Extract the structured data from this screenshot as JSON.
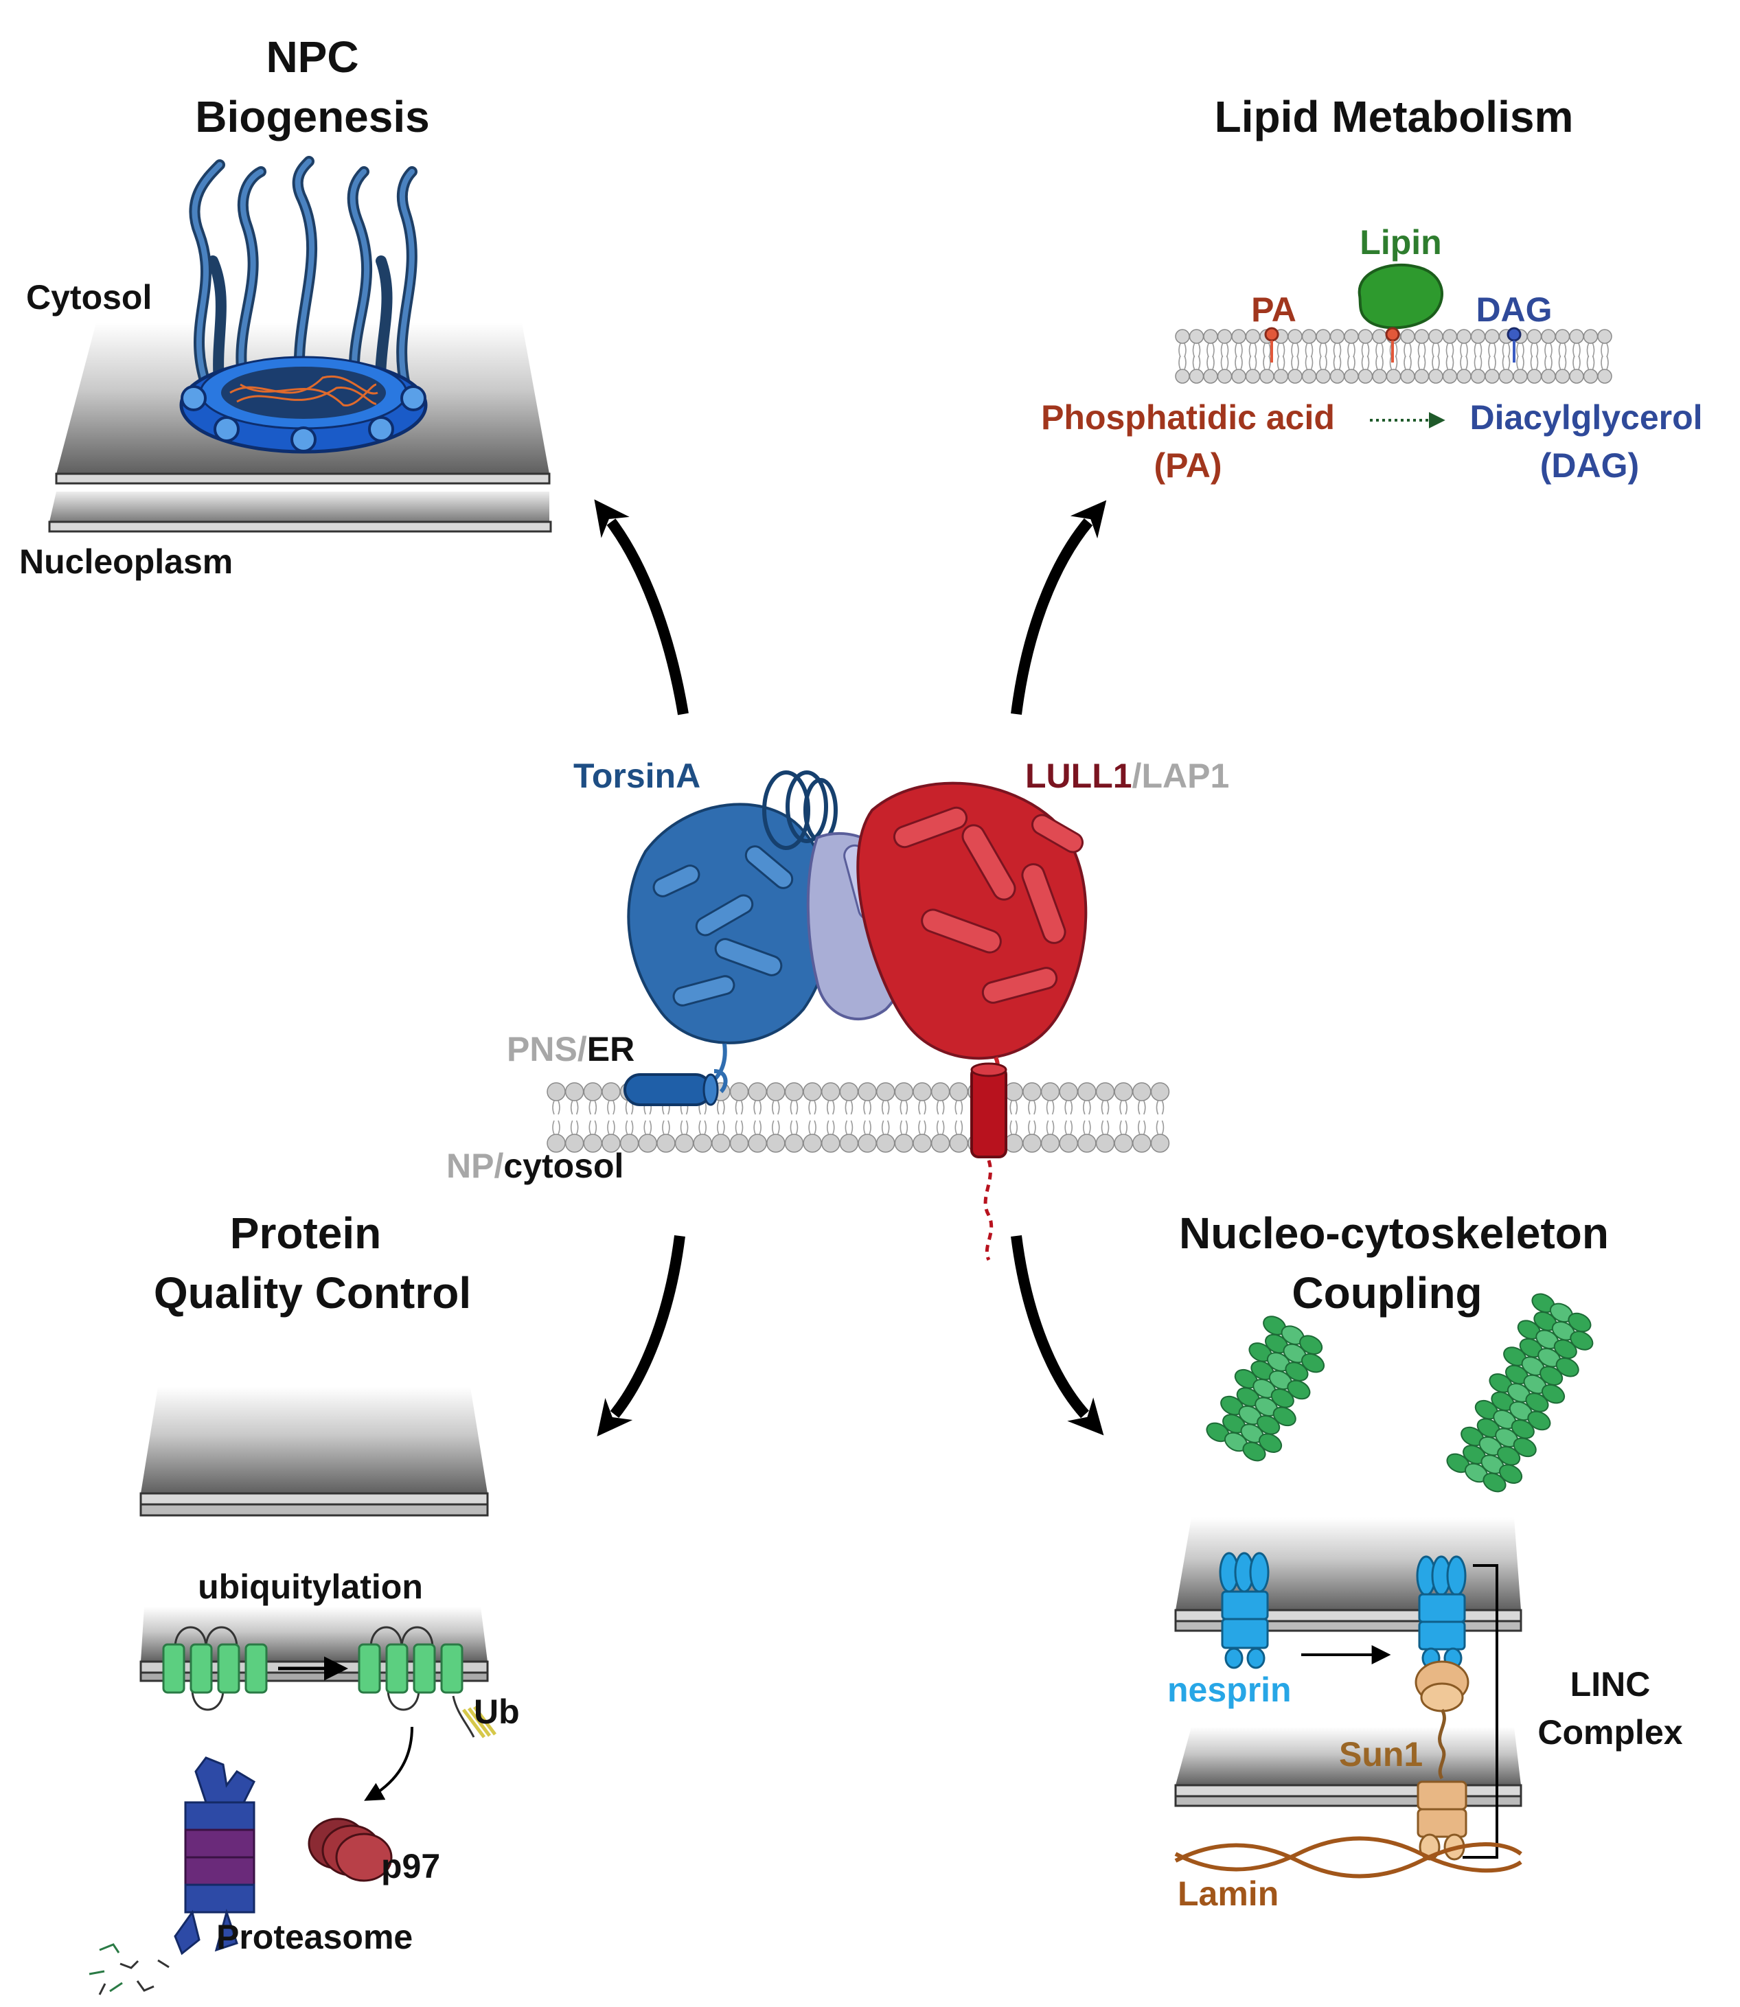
{
  "colors": {
    "torsin": "#2f6db0",
    "lull": "#c8222b",
    "lull_dark": "#7a1420",
    "lap1": "#a9aed6",
    "lipin": "#2e9a2e",
    "pa": "#a1361d",
    "dag": "#2f4a9a",
    "nesprin": "#27a6e6",
    "sun1": "#e8b784",
    "sun1_text": "#9a6626",
    "lamin": "#a1561a",
    "actin": "#33a655",
    "green_protein": "#5ccf80",
    "proteasome": "#2d4aa6",
    "p97": "#a3333b",
    "gray_text": "#a7a7a7"
  },
  "npc": {
    "title_line1": "NPC",
    "title_line2": "Biogenesis",
    "cytosol": "Cytosol",
    "nucleoplasm": "Nucleoplasm"
  },
  "lipid": {
    "title": "Lipid Metabolism",
    "lipin": "Lipin",
    "pa": "PA",
    "dag": "DAG",
    "pa_full": "Phosphatidic acid",
    "pa_abbr": "(PA)",
    "dag_full": "Diacylglycerol",
    "dag_abbr": "(DAG)"
  },
  "center": {
    "torsina": "TorsinA",
    "lull1": "LULL1",
    "slash": "/",
    "lap1": "LAP1",
    "pns": "PNS",
    "er": "ER",
    "np": "NP",
    "cytosol": "cytosol"
  },
  "pqc": {
    "title_line1": "Protein",
    "title_line2": "Quality Control",
    "ubiquitylation": "ubiquitylation",
    "ub": "Ub",
    "p97": "p97",
    "proteasome": "Proteasome"
  },
  "ncc": {
    "title_line1": "Nucleo-cytoskeleton",
    "title_line2": "Coupling",
    "nesprin": "nesprin",
    "sun1": "Sun1",
    "linc_line1": "LINC",
    "linc_line2": "Complex",
    "lamin": "Lamin"
  }
}
